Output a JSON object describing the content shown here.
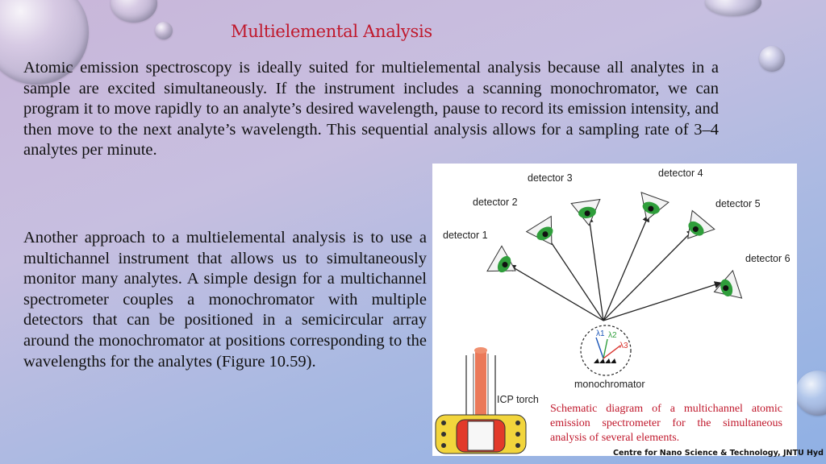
{
  "slide": {
    "title": "Multielemental Analysis",
    "paragraph1": "Atomic emission spectroscopy is ideally suited for multielemental analysis because all analytes in a sample are excited simultaneously. If the instrument includes a scanning monochromator, we can program it to move rapidly to an analyte’s desired wavelength, pause to record its emission intensity, and then move to the next analyte’s wavelength. This sequential analysis allows for a sampling rate of 3–4 analytes per minute.",
    "paragraph2": "Another approach to a multielemental analysis is to use a multichannel instrument that allows us to simultaneously monitor many analytes. A simple design for a multichannel spectrometer couples a monochromator with multiple detectors that can be positioned in a semicircular array around the monochromator at positions corresponding to the wavelengths for the analytes (Figure 10.59).",
    "footer": "Centre for Nano Science & Technology, JNTU Hyd"
  },
  "figure": {
    "detectors": [
      "detector 1",
      "detector 2",
      "detector 3",
      "detector 4",
      "detector 5",
      "detector 6"
    ],
    "monochromator_label": "monochromator",
    "torch_label": "ICP torch",
    "lambda1": "λ1",
    "lambda2": "λ2",
    "lambda3": "λ3",
    "caption": "Schematic diagram of a multichannel atomic emission spectrometer for the simultaneous analysis of several elements.",
    "colors": {
      "eye": "#2f9e3b",
      "lambda1": "#1a55b8",
      "lambda2": "#2f9e3b",
      "lambda3": "#d9302a",
      "torch": "#e8623c"
    }
  }
}
